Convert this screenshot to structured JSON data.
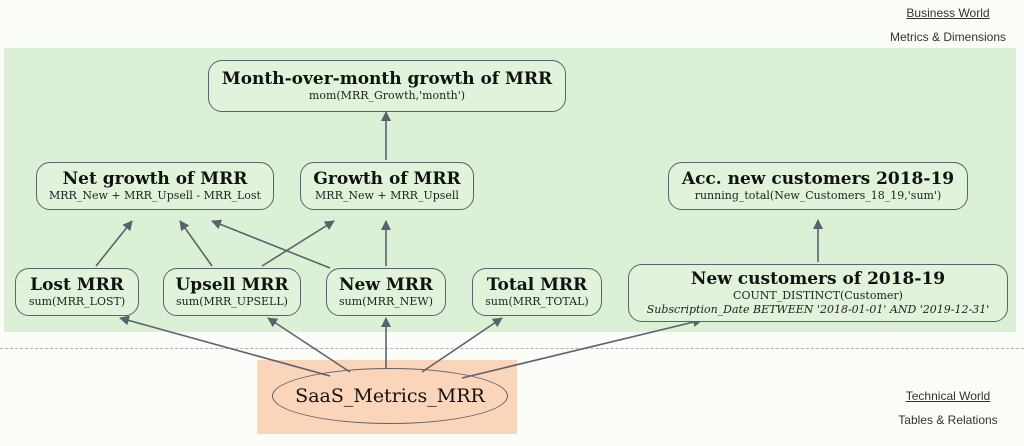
{
  "worlds": {
    "business": {
      "title": "Business World",
      "subtitle": "Metrics & Dimensions"
    },
    "technical": {
      "title": "Technical World",
      "subtitle": "Tables & Relations"
    }
  },
  "nodes": {
    "mom_growth": {
      "title": "Month-over-month growth of MRR",
      "expr": "mom(MRR_Growth,'month')"
    },
    "net_growth": {
      "title": "Net growth of MRR",
      "expr": "MRR_New + MRR_Upsell - MRR_Lost"
    },
    "growth": {
      "title": "Growth of MRR",
      "expr": "MRR_New + MRR_Upsell"
    },
    "acc_new_customers": {
      "title": "Acc. new customers 2018-19",
      "expr": "running_total(New_Customers_18_19,'sum')"
    },
    "lost_mrr": {
      "title": "Lost MRR",
      "expr": "sum(MRR_LOST)"
    },
    "upsell_mrr": {
      "title": "Upsell MRR",
      "expr": "sum(MRR_UPSELL)"
    },
    "new_mrr": {
      "title": "New MRR",
      "expr": "sum(MRR_NEW)"
    },
    "total_mrr": {
      "title": "Total MRR",
      "expr": "sum(MRR_TOTAL)"
    },
    "new_customers": {
      "title": "New customers of 2018-19",
      "expr": "COUNT_DISTINCT(Customer)",
      "filter": "Subscription_Date BETWEEN '2018-01-01' AND '2019-12-31'"
    }
  },
  "table": {
    "name": "SaaS_Metrics_MRR"
  },
  "colors": {
    "business_bg": "#dcf0d5",
    "technical_bg": "#fbd5b9",
    "edge": "#5a6270"
  }
}
